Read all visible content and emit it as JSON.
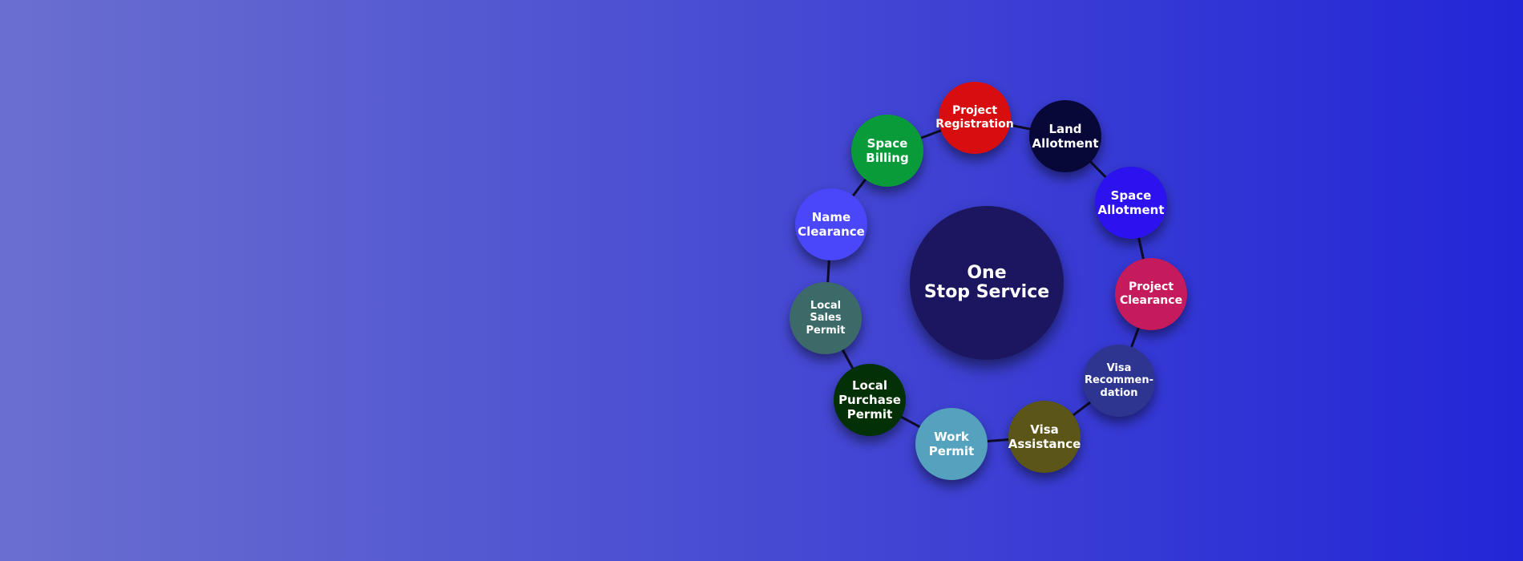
{
  "theme": {
    "gradient_left": "#6a6fcf",
    "gradient_right": "#2326d6",
    "connector_color": "#0d0d2a"
  },
  "diagram": {
    "center": {
      "label": "One\nStop Service",
      "color": "#1c1660"
    },
    "steps": [
      {
        "label": "Project\nRegistration",
        "color": "#d80d0f"
      },
      {
        "label": "Land\nAllotment",
        "color": "#070838"
      },
      {
        "label": "Space\nAllotment",
        "color": "#2c12ee"
      },
      {
        "label": "Project\nClearance",
        "color": "#c51b5c"
      },
      {
        "label": "Visa\nRecommen-\ndation",
        "color": "#2e3590"
      },
      {
        "label": "Visa\nAssistance",
        "color": "#5c5518"
      },
      {
        "label": "Work\nPermit",
        "color": "#55a2bf"
      },
      {
        "label": "Local\nPurchase\nPermit",
        "color": "#043005"
      },
      {
        "label": "Local\nSales Permit",
        "color": "#3c6a69"
      },
      {
        "label": "Name\nClearance",
        "color": "#4a47fa"
      },
      {
        "label": "Space\nBilling",
        "color": "#099a3a"
      }
    ]
  }
}
